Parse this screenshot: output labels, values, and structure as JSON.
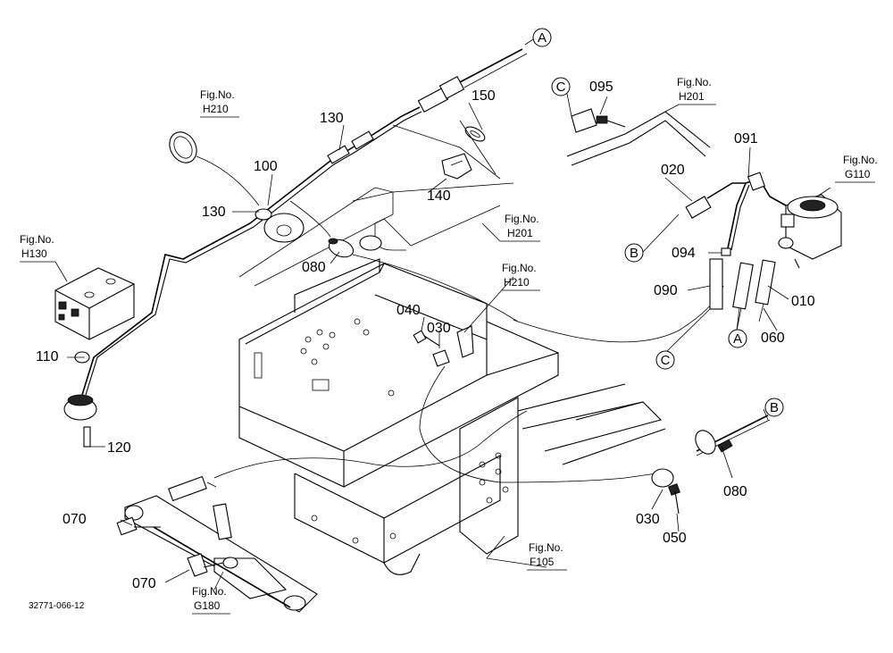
{
  "diagram": {
    "code": "32771-066-12",
    "part_numbers": {
      "p010": "010",
      "p020": "020",
      "p030a": "030",
      "p030b": "030",
      "p040": "040",
      "p050": "050",
      "p060": "060",
      "p070a": "070",
      "p070b": "070",
      "p080a": "080",
      "p080b": "080",
      "p090": "090",
      "p091": "091",
      "p094": "094",
      "p095": "095",
      "p100": "100",
      "p110": "110",
      "p120": "120",
      "p130a": "130",
      "p130b": "130",
      "p140": "140",
      "p150": "150"
    },
    "fig_refs": {
      "h210a": {
        "l1": "Fig.No.",
        "l2": "H210"
      },
      "h210b": {
        "l1": "Fig.No.",
        "l2": "H210"
      },
      "h201a": {
        "l1": "Fig.No.",
        "l2": "H201"
      },
      "h201b": {
        "l1": "Fig.No.",
        "l2": "H201"
      },
      "h130": {
        "l1": "Fig.No.",
        "l2": "H130"
      },
      "g110": {
        "l1": "Fig.No.",
        "l2": "G110"
      },
      "f105": {
        "l1": "Fig.No.",
        "l2": "F105"
      },
      "g180": {
        "l1": "Fig.No.",
        "l2": "G180"
      }
    },
    "connectors": {
      "a_top": "A",
      "a_right": "A",
      "b_left": "B",
      "b_right": "B",
      "c_top": "C",
      "c_bottom": "C"
    }
  }
}
